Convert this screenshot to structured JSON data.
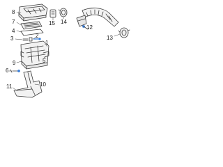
{
  "callouts": {
    "c1": "1",
    "c2": "2",
    "c3": "3",
    "c4": "4",
    "c5": "5",
    "c6": "6",
    "c7": "7",
    "c8": "8",
    "c9": "9",
    "c10": "10",
    "c11": "11",
    "c12": "12",
    "c13": "13",
    "c14": "14",
    "c15": "15"
  },
  "colors": {
    "line": "#3a3a3a",
    "accent": "#3b7fd9",
    "fill": "#f2f2f2"
  }
}
